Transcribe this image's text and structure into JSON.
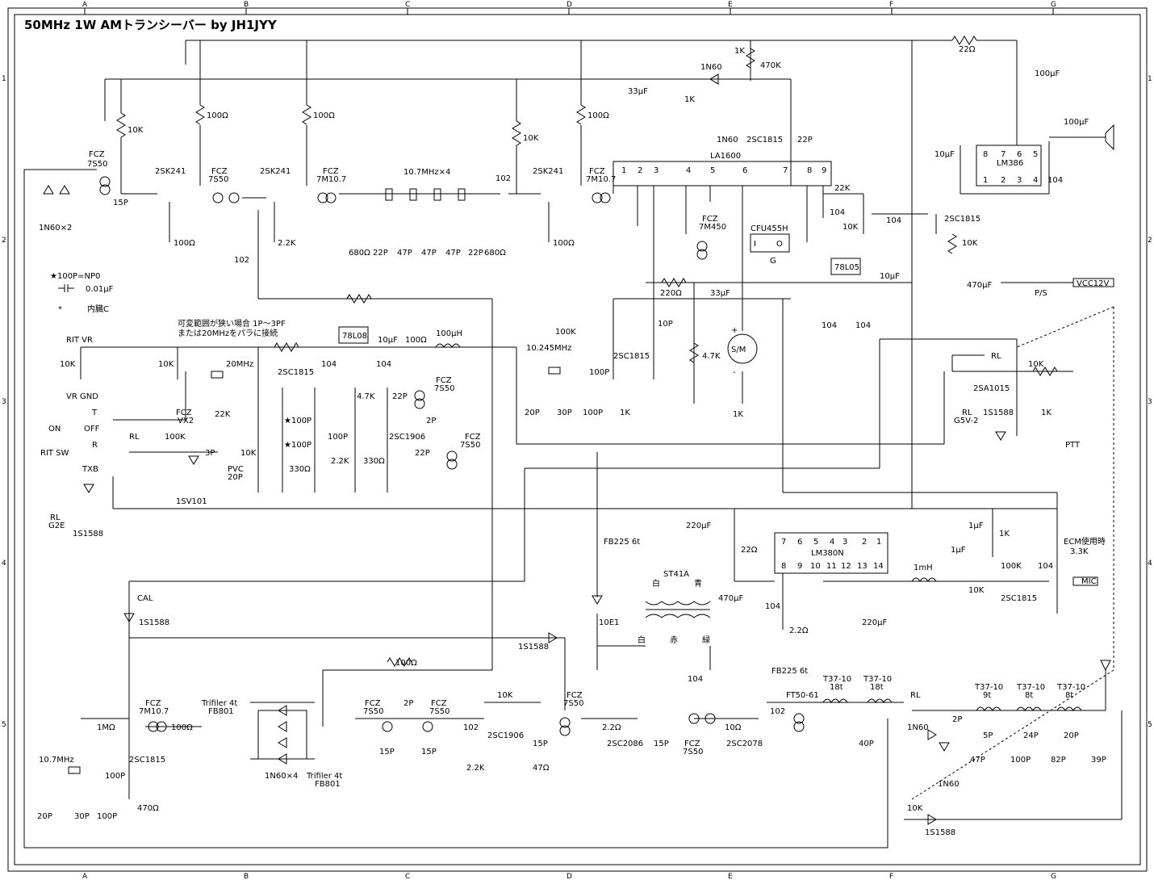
{
  "title": "50MHz 1W AMトランシーバー by JH1JYY",
  "grid": {
    "columns": [
      "A",
      "B",
      "C",
      "D",
      "E",
      "F",
      "G"
    ],
    "rows": [
      "1",
      "2",
      "3",
      "4",
      "5"
    ]
  },
  "legend": {
    "npo": "★100P=NP0",
    "cap": "0.01μF",
    "trimmer": "内臓C"
  },
  "notes": {
    "vfo_note_1": "可変範囲が狭い場合 1P～3PF",
    "vfo_note_2": "または20MHzをパラに接続"
  },
  "ics": {
    "la1600": "LA1600",
    "lm386": "LM386",
    "lm380": "LM380N",
    "reg_78l08": "78L08",
    "reg_78l05": "78L05",
    "cfu": "CFU455H"
  },
  "labels": {
    "fcz_7s50_a": "FCZ",
    "fcz_7s50_a2": "7S50",
    "r_10k_a": "10K",
    "c_15p_a": "15P",
    "d_1n60x2": "1N60×2",
    "q_2sk241_a": "2SK241",
    "r_100_a": "100Ω",
    "r_100_b": "100Ω",
    "fcz_b": "FCZ",
    "fcz_b2": "7S50",
    "q_2sk241_b": "2SK241",
    "r_100_c": "100Ω",
    "r_2k2_a": "2.2K",
    "fcz_c": "FCZ",
    "fcz_c2": "7M10.7",
    "xtal_filter": "10.7MHz×4",
    "r_680_a": "680Ω",
    "c_22p_a": "22P",
    "c_47p_a": "47P",
    "c_47p_b": "47P",
    "c_47p_c": "47P",
    "c_22p_b": "22P",
    "r_680_b": "680Ω",
    "c_102_a": "102",
    "c_102_b": "102",
    "r_10k_b": "10K",
    "q_2sk241_c": "2SK241",
    "r_100_d": "100Ω",
    "r_100_e": "100Ω",
    "fcz_d": "FCZ",
    "fcz_d2": "7M10.7",
    "c_33u": "33μF",
    "r_1k_a": "1K",
    "d_1n60_a": "1N60",
    "d_1n60_b": "1N60",
    "r_1k_b": "1K",
    "r_470k": "470K",
    "q_2sc1815_a": "2SC1815",
    "c_22p_c": "22P",
    "pin1": "1",
    "pin2": "2",
    "pin3": "3",
    "pin4": "4",
    "pin5": "5",
    "pin6": "6",
    "pin7": "7",
    "pin8": "8",
    "pin9": "9",
    "fcz_e": "FCZ",
    "fcz_e2": "7M450",
    "cfu_i": "I",
    "cfu_o": "O",
    "cfu_g": "G",
    "r_220": "220Ω",
    "c_33u_b": "33μF",
    "r_22k": "22K",
    "c_104_a": "104",
    "r_10k_c": "10K",
    "c_104_b": "104",
    "c_104_c": "104",
    "c_104_d": "104",
    "c_10u_a": "10μF",
    "r_22": "22Ω",
    "c_100u_a": "100μF",
    "c_100u_b": "100μF",
    "c_10u_b": "10μF",
    "lm386_p8": "8",
    "lm386_p7": "7",
    "lm386_p6": "6",
    "lm386_p5": "5",
    "lm386_p1": "1",
    "lm386_p2": "2",
    "lm386_p3": "3",
    "lm386_p4": "4",
    "c_104_e": "104",
    "q_2sc1815_b": "2SC1815",
    "r_10k_d": "10K",
    "c_470u": "470μF",
    "ps": "P/S",
    "vcc": "VCC12V",
    "rl_a": "RL",
    "r_100k": "100K",
    "xtal_10245": "10.245MHz",
    "c_100p_a": "100P",
    "q_2sc1815_c": "2SC1815",
    "c_10p": "10P",
    "r_4k7_a": "4.7K",
    "meter": "S/M",
    "meter_plus": "+",
    "meter_minus": "-",
    "c_20p_a": "20P",
    "c_30p_a": "30P",
    "c_100p_b": "100P",
    "r_1k_c": "1K",
    "r_1k_d": "1K",
    "r_10k_e": "10K",
    "q_2sa1015": "2SA1015",
    "r_1k_e": "1K",
    "rl_b": "RL",
    "rl_b2": "G5V-2",
    "d_1s1588_a": "1S1588",
    "ptt": "PTT",
    "rit_vr": "RIT VR",
    "r_10k_f": "10K",
    "vr_gnd": "VR GND",
    "r_10k_g": "10K",
    "xtal_20": "20MHz",
    "q_2sc1815_d": "2SC1815",
    "c_104_f": "104",
    "c_10u_c": "10μF",
    "r_100_f": "100Ω",
    "l_100uh": "100μH",
    "c_104_g": "104",
    "r_4k7_b": "4.7K",
    "c_22p_d": "22P",
    "fcz_f": "FCZ",
    "fcz_f2": "7S50",
    "fcz_g": "FCZ",
    "fcz_g2": "VX2",
    "r_22k_b": "22K",
    "c_100p_n1": "★100P",
    "c_100p_n2": "★100P",
    "c_100p_c": "100P",
    "c_2p_a": "2P",
    "q_2sc1906_a": "2SC1906",
    "r_10k_h": "10K",
    "r_330_a": "330Ω",
    "r_2k2_b": "2.2K",
    "r_330_b": "330Ω",
    "c_22p_e": "22P",
    "fcz_h": "FCZ",
    "fcz_h2": "7S50",
    "on": "ON",
    "t": "T",
    "off": "OFF",
    "rit_sw": "RIT SW",
    "r": "R",
    "rl_c": "RL",
    "r_100k_b": "100K",
    "c_3p": "3P",
    "pvc": "PVC",
    "pvc2": "20P",
    "d_1sv101": "1SV101",
    "txb": "TXB",
    "rl_d": "RL",
    "rl_d2": "G2E",
    "d_1s1588_b": "1S1588",
    "fb225_a": "FB225 6t",
    "d_10e1": "10E1",
    "c_220u_a": "220μF",
    "r_22_b": "22Ω",
    "lm380_p7": "7",
    "lm380_p6": "6",
    "lm380_p5": "5",
    "lm380_p4": "4",
    "lm380_p3": "3",
    "lm380_p2": "2",
    "lm380_p1": "1",
    "lm380_p8": "8",
    "lm380_p9": "9",
    "lm380_p10": "10",
    "lm380_p11": "11",
    "lm380_p12": "12",
    "lm380_p13": "13",
    "lm380_p14": "14",
    "c_1u_a": "1μF",
    "r_1k_f": "1K",
    "c_1u_b": "1μF",
    "ecm": "ECM使用時",
    "ecm2": "3.3K",
    "l_1mh": "1mH",
    "r_100k_c": "100K",
    "c_104_h": "104",
    "mic": "MIC",
    "r_10k_i": "10K",
    "q_2sc1815_e": "2SC1815",
    "c_220u_b": "220μF",
    "st41a": "ST41A",
    "wht_a": "白",
    "blu": "青",
    "c_470u_b": "470μF",
    "c_104_i": "104",
    "r_2_2": "2.2Ω",
    "wht_b": "白",
    "red": "赤",
    "grn": "緑",
    "cal": "CAL",
    "d_1s1588_c": "1S1588",
    "d_1s1588_d": "1S1588",
    "r_100_g": "100Ω",
    "fcz_i": "FCZ",
    "fcz_i2": "7M10.7",
    "r_1m": "1MΩ",
    "r_100_h": "100Ω",
    "trifiler_a": "Trifiler 4t",
    "trifiler_a2": "FB801",
    "d_1n60x4": "1N60×4",
    "trifiler_b": "Trifiler 4t",
    "trifiler_b2": "FB801",
    "fcz_j": "FCZ",
    "fcz_j2": "7S50",
    "c_2p_b": "2P",
    "fcz_k": "FCZ",
    "fcz_k2": "7S50",
    "c_15p_b": "15P",
    "c_15p_c": "15P",
    "c_102_c": "102",
    "xtal_107": "10.7MHz",
    "q_2sc1815_f": "2SC1815",
    "c_100p_d": "100P",
    "c_20p_b": "20P",
    "c_30p_b": "30P",
    "c_100p_e": "100P",
    "r_470": "470Ω",
    "r_10k_j": "10K",
    "q_2sc1906_b": "2SC1906",
    "r_2k2_c": "2.2K",
    "c_15p_d": "15P",
    "r_47": "47Ω",
    "fcz_l": "FCZ",
    "fcz_l2": "7S50",
    "r_2_2b": "2.2Ω",
    "q_2sc2086": "2SC2086",
    "c_15p_e": "15P",
    "fcz_m": "FCZ",
    "fcz_m2": "7S50",
    "c_104_j": "104",
    "r_10": "10Ω",
    "q_2sc2078": "2SC2078",
    "fb225_b": "FB225 6t",
    "ft50": "FT50-61",
    "c_102_d": "102",
    "t37_a": "T37-10",
    "t37_a2": "18t",
    "t37_b": "T37-10",
    "t37_b2": "18t",
    "c_40p": "40P",
    "rl_e": "RL",
    "t37_c": "T37-10",
    "t37_c2": "9t",
    "t37_d": "T37-10",
    "t37_d2": "8t",
    "t37_e": "T37-10",
    "t37_e2": "8t",
    "c_2p_c": "2P",
    "d_1n60_c": "1N60",
    "d_1n60_d": "1N60",
    "c_5p": "5P",
    "c_24p": "24P",
    "c_20p_c": "20P",
    "c_47p_d": "47P",
    "c_100p_f": "100P",
    "c_82p": "82P",
    "c_39p": "39P",
    "r_10k_k": "10K",
    "d_1s1588_e": "1S1588"
  }
}
